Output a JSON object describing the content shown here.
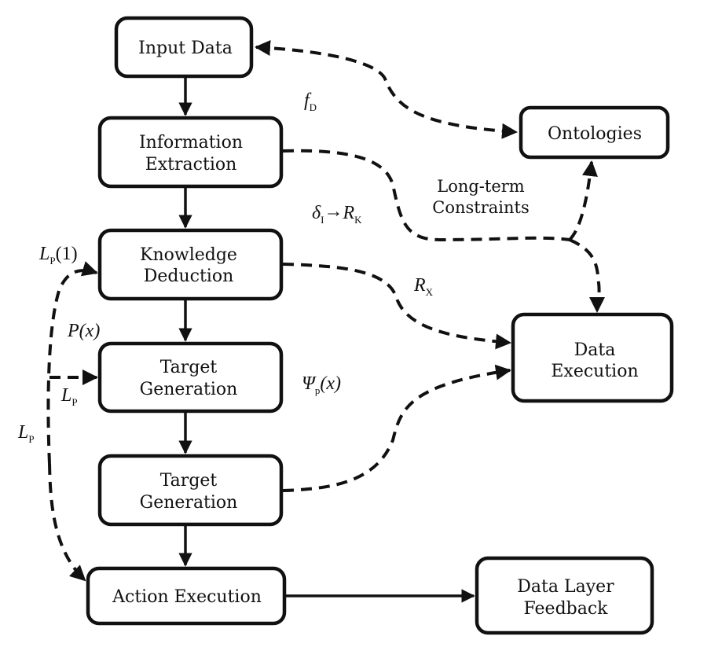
{
  "nodes": {
    "input_data": {
      "lines": [
        "Input Data"
      ]
    },
    "information_extraction": {
      "lines": [
        "Information",
        "Extraction"
      ]
    },
    "knowledge_deduction": {
      "lines": [
        "Knowledge",
        "Deduction"
      ]
    },
    "target_generation_1": {
      "lines": [
        "Target",
        "Generation"
      ]
    },
    "target_generation_2": {
      "lines": [
        "Target",
        "Generation"
      ]
    },
    "action_execution": {
      "lines": [
        "Action Execution"
      ]
    },
    "ontologies": {
      "lines": [
        "Ontologies"
      ]
    },
    "data_execution": {
      "lines": [
        "Data",
        "Execution"
      ]
    },
    "data_layer_feedback": {
      "lines": [
        "Data Layer",
        "Feedback"
      ]
    }
  },
  "labels": {
    "long_term_constraints": [
      "Long-term",
      "Constraints"
    ],
    "f_d": {
      "main": "f",
      "sub": "D"
    },
    "delta_to_r": {
      "main1": "δ",
      "sub1": "I",
      "arrow": "→",
      "main2": "R",
      "sub2": "K"
    },
    "r_x": {
      "main": "R",
      "sub": "X"
    },
    "psi_p": {
      "main": "Ψ",
      "sub": "p",
      "arg": "(x)"
    },
    "lp_1": {
      "main": "L",
      "sub": "P",
      "arg": "(1)"
    },
    "p_x": {
      "main": "P",
      "arg": "(x)"
    },
    "lp_inner": {
      "main": "L",
      "sub": "P"
    },
    "lp_outer": {
      "main": "L",
      "sub": "P"
    }
  },
  "edges": [
    {
      "from": "Input Data",
      "to": "Information Extraction",
      "style": "solid"
    },
    {
      "from": "Information Extraction",
      "to": "Knowledge Deduction",
      "style": "solid"
    },
    {
      "from": "Knowledge Deduction",
      "to": "Target Generation",
      "style": "solid"
    },
    {
      "from": "Target Generation",
      "to": "Target Generation",
      "style": "solid"
    },
    {
      "from": "Target Generation",
      "to": "Action Execution",
      "style": "solid"
    },
    {
      "from": "Action Execution",
      "to": "Data Layer Feedback",
      "style": "solid"
    },
    {
      "from": "Input Data",
      "to": "Ontologies",
      "style": "dashed",
      "bidirectional": true,
      "label": "f_D"
    },
    {
      "from": "Information Extraction",
      "to": "Ontologies / Data Execution",
      "style": "dashed",
      "label": "Long-term Constraints"
    },
    {
      "from": "Knowledge Deduction",
      "to": "Data Execution",
      "style": "dashed",
      "label": "R_X"
    },
    {
      "from": "Target Generation",
      "to": "Data Execution",
      "style": "dashed",
      "label": "Ψ_p(x)"
    },
    {
      "from": "L_P loop",
      "to": "Knowledge Deduction",
      "style": "dashed",
      "label": "L_P(1)"
    },
    {
      "from": "L_P loop",
      "to": "Target Generation",
      "style": "dashed",
      "label": "L_P"
    },
    {
      "from": "L_P loop",
      "to": "Action Execution",
      "style": "dashed",
      "label": "L_P"
    }
  ]
}
